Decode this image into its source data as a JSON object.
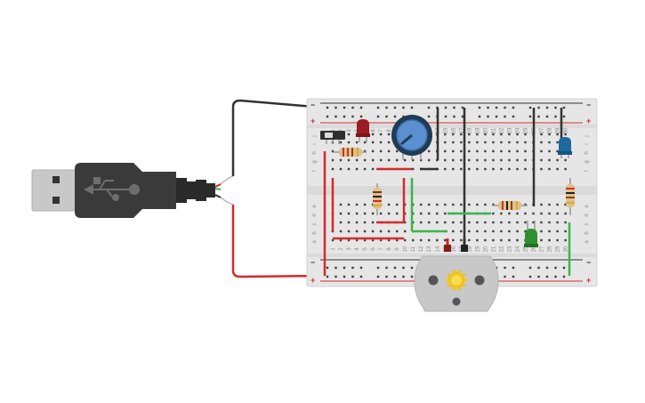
{
  "breadboard": {
    "rows": [
      "a",
      "b",
      "c",
      "d",
      "e",
      "f",
      "g",
      "h",
      "i",
      "j"
    ],
    "columns": [
      "1",
      "2",
      "3",
      "4",
      "5",
      "6",
      "7",
      "8",
      "9",
      "10",
      "11",
      "12",
      "13",
      "14",
      "15",
      "16",
      "17",
      "18",
      "19",
      "20",
      "21",
      "22",
      "23",
      "24",
      "25",
      "26",
      "27",
      "28",
      "29",
      "30"
    ],
    "rail_plus": "+",
    "rail_minus": "−"
  },
  "components": {
    "usb": "usb-connector",
    "potentiometer": "potentiometer",
    "switch": "slide-switch",
    "led_red": "led-red",
    "led_blue": "led-blue",
    "led_green": "led-green",
    "motor": "dc-motor"
  },
  "colors": {
    "wire_red": "#d42a2a",
    "wire_black": "#333333",
    "wire_green": "#3ab54a",
    "breadboard": "#e6e6e6",
    "usb_body": "#3a3a3a",
    "motor_body": "#c8c8c8",
    "motor_gear": "#f2c318",
    "pot_knob": "#5a8fd0",
    "led_red": "#9c1c24",
    "led_blue": "#1e6a9a",
    "led_green": "#2f8f2f"
  }
}
